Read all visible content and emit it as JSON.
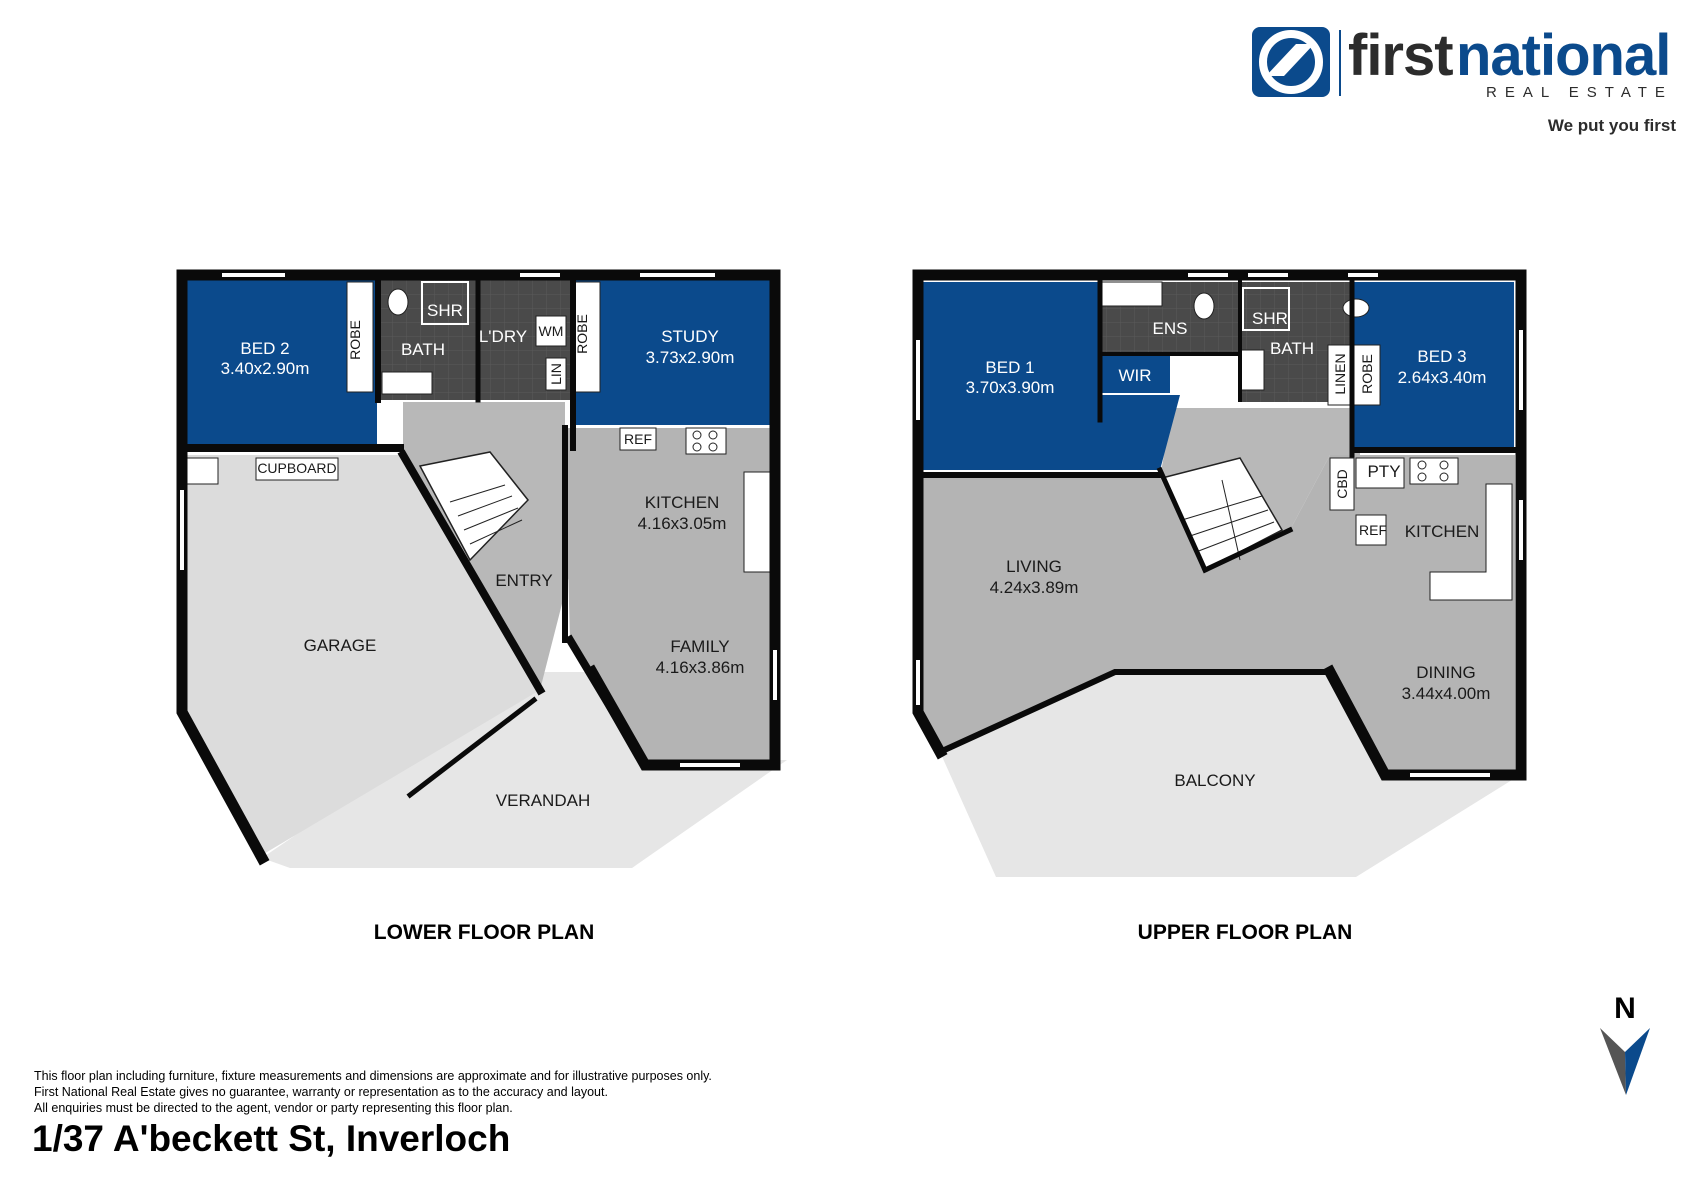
{
  "brand": {
    "name_part1": "first",
    "name_part2": "national",
    "sub": "REAL ESTATE",
    "tagline": "We put you first",
    "colors": {
      "primary_blue": "#0b4a8c",
      "dark_text": "#2c2c2c"
    }
  },
  "lower_floor": {
    "title": "LOWER FLOOR PLAN",
    "rooms": {
      "bed2": {
        "name": "BED 2",
        "size": "3.40x2.90m"
      },
      "robe_left": "ROBE",
      "bath": "BATH",
      "shr": "SHR",
      "laundry": "L'DRY",
      "wm": "WM",
      "lin": "LIN",
      "robe_right": "ROBE",
      "study": {
        "name": "STUDY",
        "size": "3.73x2.90m"
      },
      "ref": "REF",
      "kitchen": {
        "name": "KITCHEN",
        "size": "4.16x3.05m"
      },
      "cupboard": "CUPBOARD",
      "entry": "ENTRY",
      "garage": "GARAGE",
      "family": {
        "name": "FAMILY",
        "size": "4.16x3.86m"
      },
      "verandah": "VERANDAH"
    }
  },
  "upper_floor": {
    "title": "UPPER FLOOR PLAN",
    "rooms": {
      "bed1": {
        "name": "BED 1",
        "size": "3.70x3.90m"
      },
      "ens": "ENS",
      "wir": "WIR",
      "shr_ens": "SHR",
      "shr_bath": "SHR",
      "bath": "BATH",
      "linen": "LINEN",
      "robe": "ROBE",
      "bed3": {
        "name": "BED 3",
        "size": "2.64x3.40m"
      },
      "cbd": "CBD",
      "pty": "PTY",
      "ref": "REF",
      "kitchen": "KITCHEN",
      "living": {
        "name": "LIVING",
        "size": "4.24x3.89m"
      },
      "dining": {
        "name": "DINING",
        "size": "3.44x4.00m"
      },
      "balcony": "BALCONY"
    }
  },
  "colors": {
    "bedroom": "#0b4a8c",
    "living": "#b4b4b4",
    "garage": "#dcdcdc",
    "outdoor": "#e6e6e6",
    "wet": "#4a4a4a",
    "wall": "#0a0a0a"
  },
  "north_label": "N",
  "disclaimer": {
    "line1": "This floor plan including furniture, fixture measurements and dimensions are approximate and for illustrative purposes only.",
    "line2": "First National Real Estate gives no guarantee, warranty or representation as to the accuracy and layout.",
    "line3": "All enquiries must be directed to the agent, vendor or party representing this floor plan."
  },
  "address": "1/37 A'beckett St, Inverloch"
}
